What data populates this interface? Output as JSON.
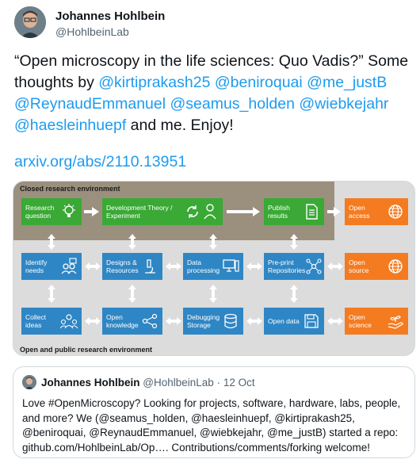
{
  "author": {
    "name": "Johannes Hohlbein",
    "handle": "@HohlbeinLab"
  },
  "tweet": {
    "text_intro": "“Open microscopy in the life sciences: Quo Vadis?” Some thoughts by ",
    "mentions": [
      "@kirtiprakash25",
      "@beniroquai",
      "@me_justB",
      "@ReynaudEmmanuel",
      "@seamus_holden",
      "@wiebkejahr",
      "@haesleinhuepf"
    ],
    "text_outro": " and me. Enjoy!",
    "link": "arxiv.org/abs/2110.13951"
  },
  "diagram": {
    "closed_label": "Closed research environment",
    "open_label": "Open and public research environment",
    "colors": {
      "green": "#3aa935",
      "blue": "#2f86c4",
      "orange": "#f47b20",
      "closed_bg": "#9b8f7e",
      "open_bg": "#dcdcdc"
    },
    "row1": [
      {
        "label": "Research question",
        "icon": "lightbulb-icon"
      },
      {
        "label": "Development Theory / Experiment",
        "icon": "cycle-icon"
      },
      {
        "label": "Publish results",
        "icon": "document-icon"
      },
      {
        "label": "Open access",
        "icon": "globe-icon"
      }
    ],
    "row2": [
      {
        "label": "Identify needs",
        "icon": "people-question-icon"
      },
      {
        "label": "Designs & Resources",
        "icon": "microscope-icon"
      },
      {
        "label": "Data processing",
        "icon": "computer-icon"
      },
      {
        "label": "Pre-print Repositories",
        "icon": "network-icon"
      },
      {
        "label": "Open source",
        "icon": "globe-icon"
      }
    ],
    "row3": [
      {
        "label": "Collect ideas",
        "icon": "group-icon"
      },
      {
        "label": "Open knowledge",
        "icon": "share-icon"
      },
      {
        "label": "Debugging Storage",
        "icon": "database-icon"
      },
      {
        "label": "Open data",
        "icon": "floppy-icon"
      },
      {
        "label": "Open science",
        "icon": "plant-hand-icon"
      }
    ]
  },
  "quote": {
    "name": "Johannes Hohlbein",
    "handle": "@HohlbeinLab",
    "date": "· 12 Oct",
    "body": "Love #OpenMicroscopy? Looking for projects, software, hardware, labs, people, and more? We (@seamus_holden, @haesleinhuepf, @kirtiprakash25, @beniroquai, @ReynaudEmmanuel, @wiebkejahr, @me_justB) started a repo: github.com/HohlbeinLab/Op…. Contributions/comments/forking welcome!"
  }
}
